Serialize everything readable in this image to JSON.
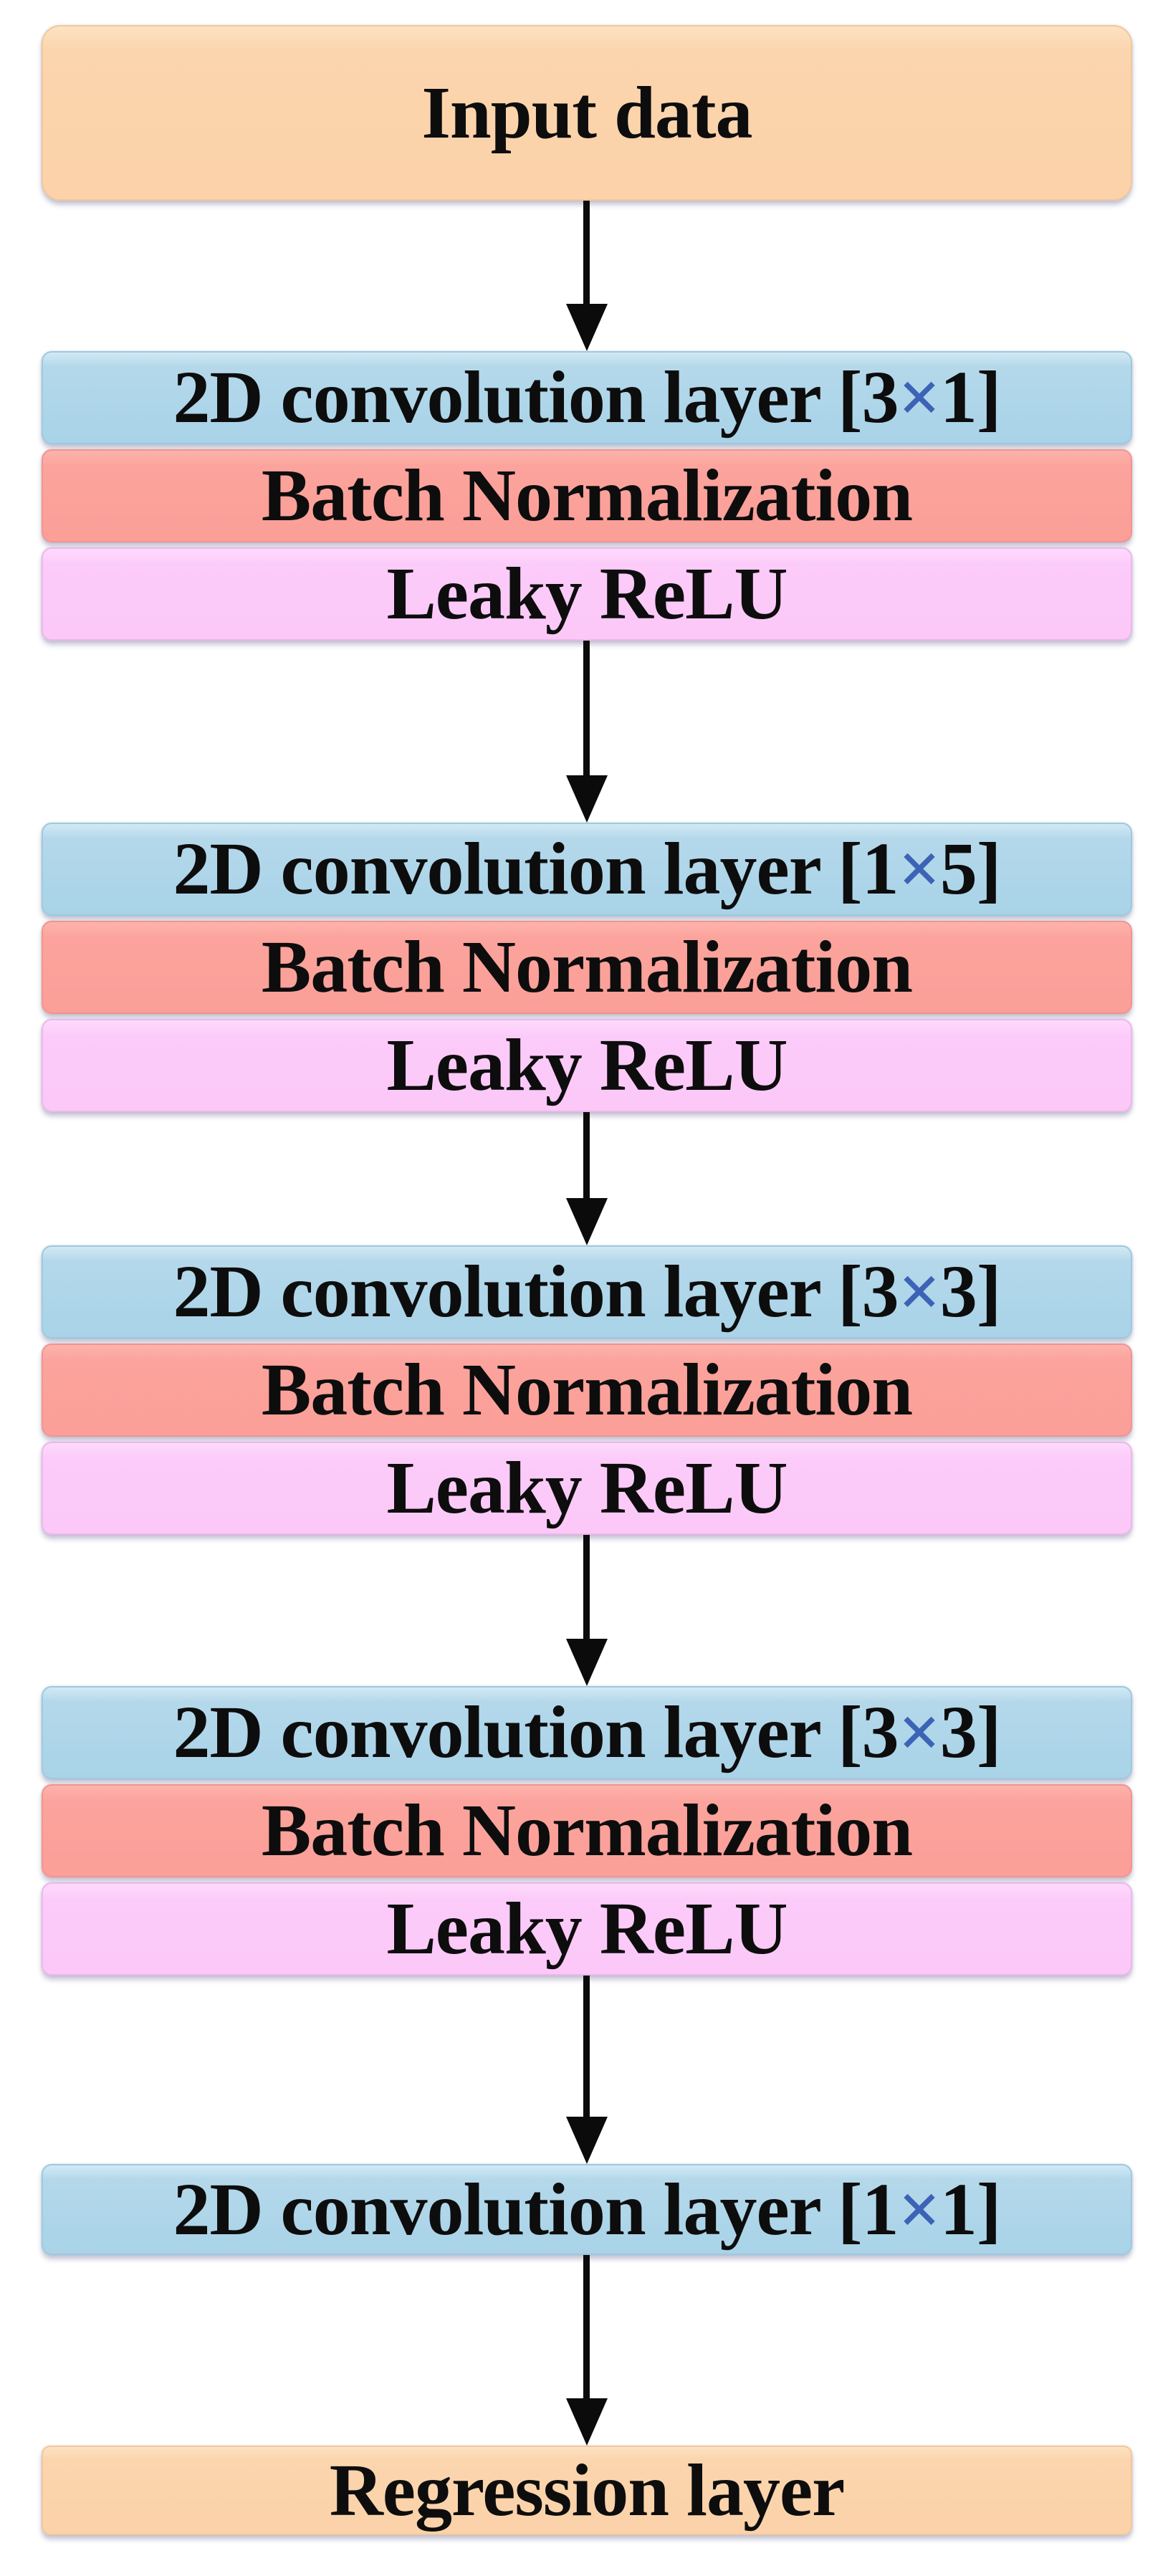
{
  "nodes": {
    "input": {
      "label": "Input data"
    },
    "block1": {
      "conv": "2D convolution layer [3×1]",
      "bn": "Batch Normalization",
      "relu": "Leaky ReLU"
    },
    "block2": {
      "conv": "2D convolution layer [1×5]",
      "bn": "Batch Normalization",
      "relu": "Leaky ReLU"
    },
    "block3": {
      "conv": "2D convolution layer [3×3]",
      "bn": "Batch Normalization",
      "relu": "Leaky ReLU"
    },
    "block4": {
      "conv": "2D convolution layer [3×3]",
      "bn": "Batch Normalization",
      "relu": "Leaky ReLU"
    },
    "conv_final": {
      "label": "2D convolution layer [1×1]"
    },
    "output": {
      "label": "Regression layer"
    }
  },
  "colors": {
    "io_fill": "#fbd2a9",
    "conv_fill": "#a9d3e8",
    "batchnorm_fill": "#fb9f98",
    "relu_fill": "#fbc8f8",
    "arrow": "#0b0b0b",
    "text": "#0d0d0d",
    "times_symbol": "#3c63b5",
    "background": "#ffffff"
  }
}
